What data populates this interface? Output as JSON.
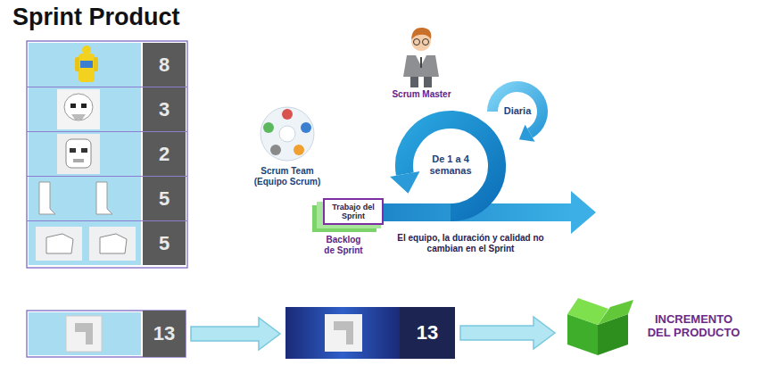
{
  "diagram": {
    "title": "Sprint Product",
    "nodes": [
      {
        "text": [
          "8"
        ]
      },
      {
        "text": [
          "3"
        ]
      },
      {
        "text": [
          "2"
        ]
      },
      {
        "text": [
          "5"
        ]
      },
      {
        "text": [
          "5"
        ]
      },
      {
        "text": [
          "Trabajo del Sprint"
        ]
      },
      {
        "text": [
          "13"
        ]
      },
      {
        "text": [
          "13"
        ]
      },
      {
        "text": [
          "INCREMENTO DEL PRODUCTO"
        ]
      }
    ],
    "edges": [
      {
        "from": 6,
        "to": 7,
        "arrow": "to"
      },
      {
        "from": 7,
        "to": 8,
        "arrow": "to"
      }
    ],
    "labels": [
      "Scrum Master",
      "Scrum Team (Equipo Scrum)",
      "Diaria",
      "De 1 a 4 semanas",
      "Backlog de Sprint",
      "El equipo, la duración y calidad no cambian en el Sprint"
    ]
  }
}
